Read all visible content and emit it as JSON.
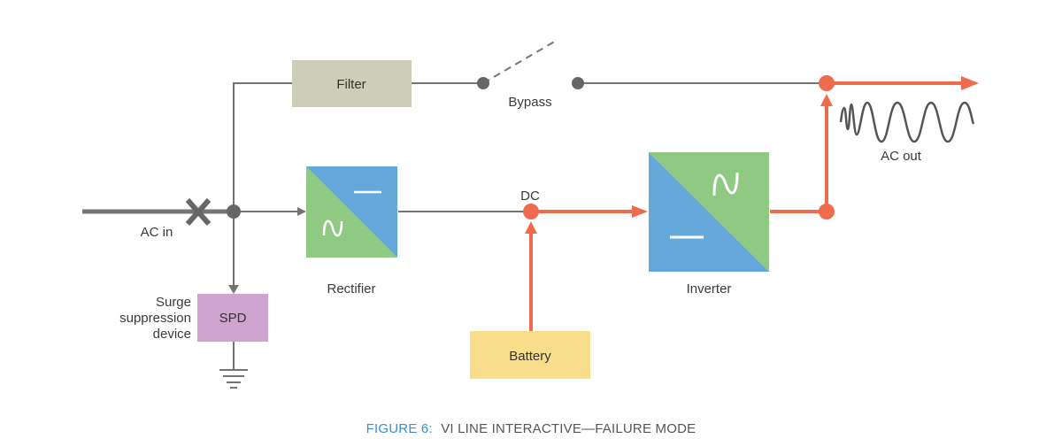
{
  "labels": {
    "filter": "Filter",
    "bypass": "Bypass",
    "ac_out": "AC out",
    "dc": "DC",
    "ac_in": "AC in",
    "rectifier": "Rectifier",
    "inverter": "Inverter",
    "battery": "Battery",
    "spd": "SPD",
    "surge_line1": "Surge",
    "surge_line2": "suppression",
    "surge_line3": "device"
  },
  "caption": {
    "prefix": "FIGURE 6:",
    "title": "VI LINE INTERACTIVE—FAILURE MODE"
  },
  "colors": {
    "line_gray": "#747474",
    "active_path": "#ef6b4d",
    "filter_fill": "#cdcdb8",
    "spd_fill": "#cfa5d0",
    "battery_fill": "#f8de8b",
    "converter_green": "#90c984",
    "converter_blue": "#65a9db",
    "caption_prefix": "#3c8fd1",
    "caption_text": "#555555"
  }
}
